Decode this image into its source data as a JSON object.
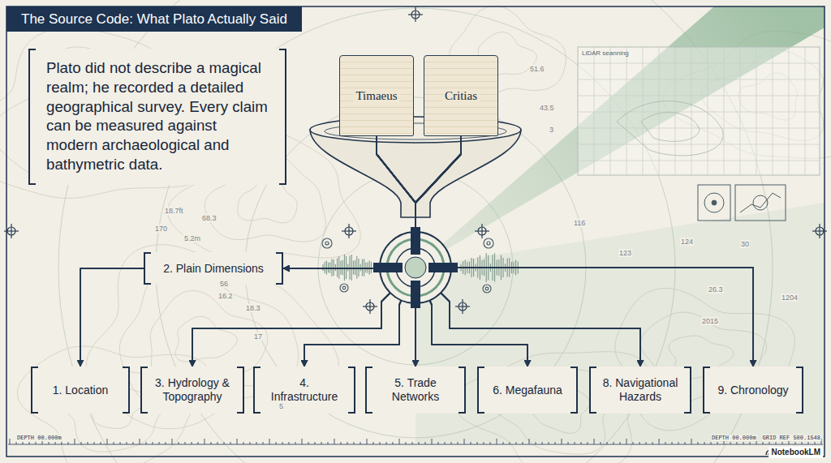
{
  "diagram": {
    "title": "The Source Code: What Plato Actually Said",
    "nodes": [
      {
        "text": [
          "Plato did not describe a magical realm; he recorded a detailed geographical survey. Every claim can be measured against modern archaeological and bathymetric data."
        ]
      },
      {
        "text": [
          "Timaeus"
        ]
      },
      {
        "text": [
          "Critias"
        ]
      },
      {
        "text": [
          "2. Plain Dimensions"
        ]
      },
      {
        "text": [
          "1. Location"
        ]
      },
      {
        "text": [
          "3. Hydrology & Topography"
        ]
      },
      {
        "text": [
          "4. Infrastructure"
        ]
      },
      {
        "text": [
          "5. Trade Networks"
        ]
      },
      {
        "text": [
          "6. Megafauna"
        ]
      },
      {
        "text": [
          "8. Navigational Hazards"
        ]
      },
      {
        "text": [
          "9. Chronology"
        ]
      }
    ],
    "edges": [
      {
        "from": 1,
        "to": 3,
        "arrow": "to"
      },
      {
        "from": 1,
        "to": 5,
        "arrow": "to"
      },
      {
        "from": 1,
        "to": 6,
        "arrow": "to"
      },
      {
        "from": 1,
        "to": 7,
        "arrow": "to"
      },
      {
        "from": 1,
        "to": 8,
        "arrow": "to"
      },
      {
        "from": 1,
        "to": 9,
        "arrow": "to"
      },
      {
        "from": 1,
        "to": 10,
        "arrow": "to"
      },
      {
        "from": 2,
        "to": 3,
        "arrow": "to"
      },
      {
        "from": 2,
        "to": 5,
        "arrow": "to"
      },
      {
        "from": 2,
        "to": 6,
        "arrow": "to"
      },
      {
        "from": 2,
        "to": 7,
        "arrow": "to"
      },
      {
        "from": 2,
        "to": 8,
        "arrow": "to"
      },
      {
        "from": 2,
        "to": 9,
        "arrow": "to"
      },
      {
        "from": 2,
        "to": 10,
        "arrow": "to"
      },
      {
        "from": 3,
        "to": 4,
        "arrow": "to"
      }
    ],
    "labels": [
      "LiDAR seanning",
      "51.6",
      "43.5",
      "3",
      "18.7ft",
      "68.3",
      "170",
      "5.2m",
      "56",
      "16.2",
      "18.3",
      "17",
      "5",
      "116",
      "124",
      "30",
      "123",
      "26.3",
      "1204",
      "2015",
      "DEPTH 00.000m",
      "DEPTH 00.000m",
      "GRID REF 500.1548",
      "NotebookLM"
    ]
  }
}
